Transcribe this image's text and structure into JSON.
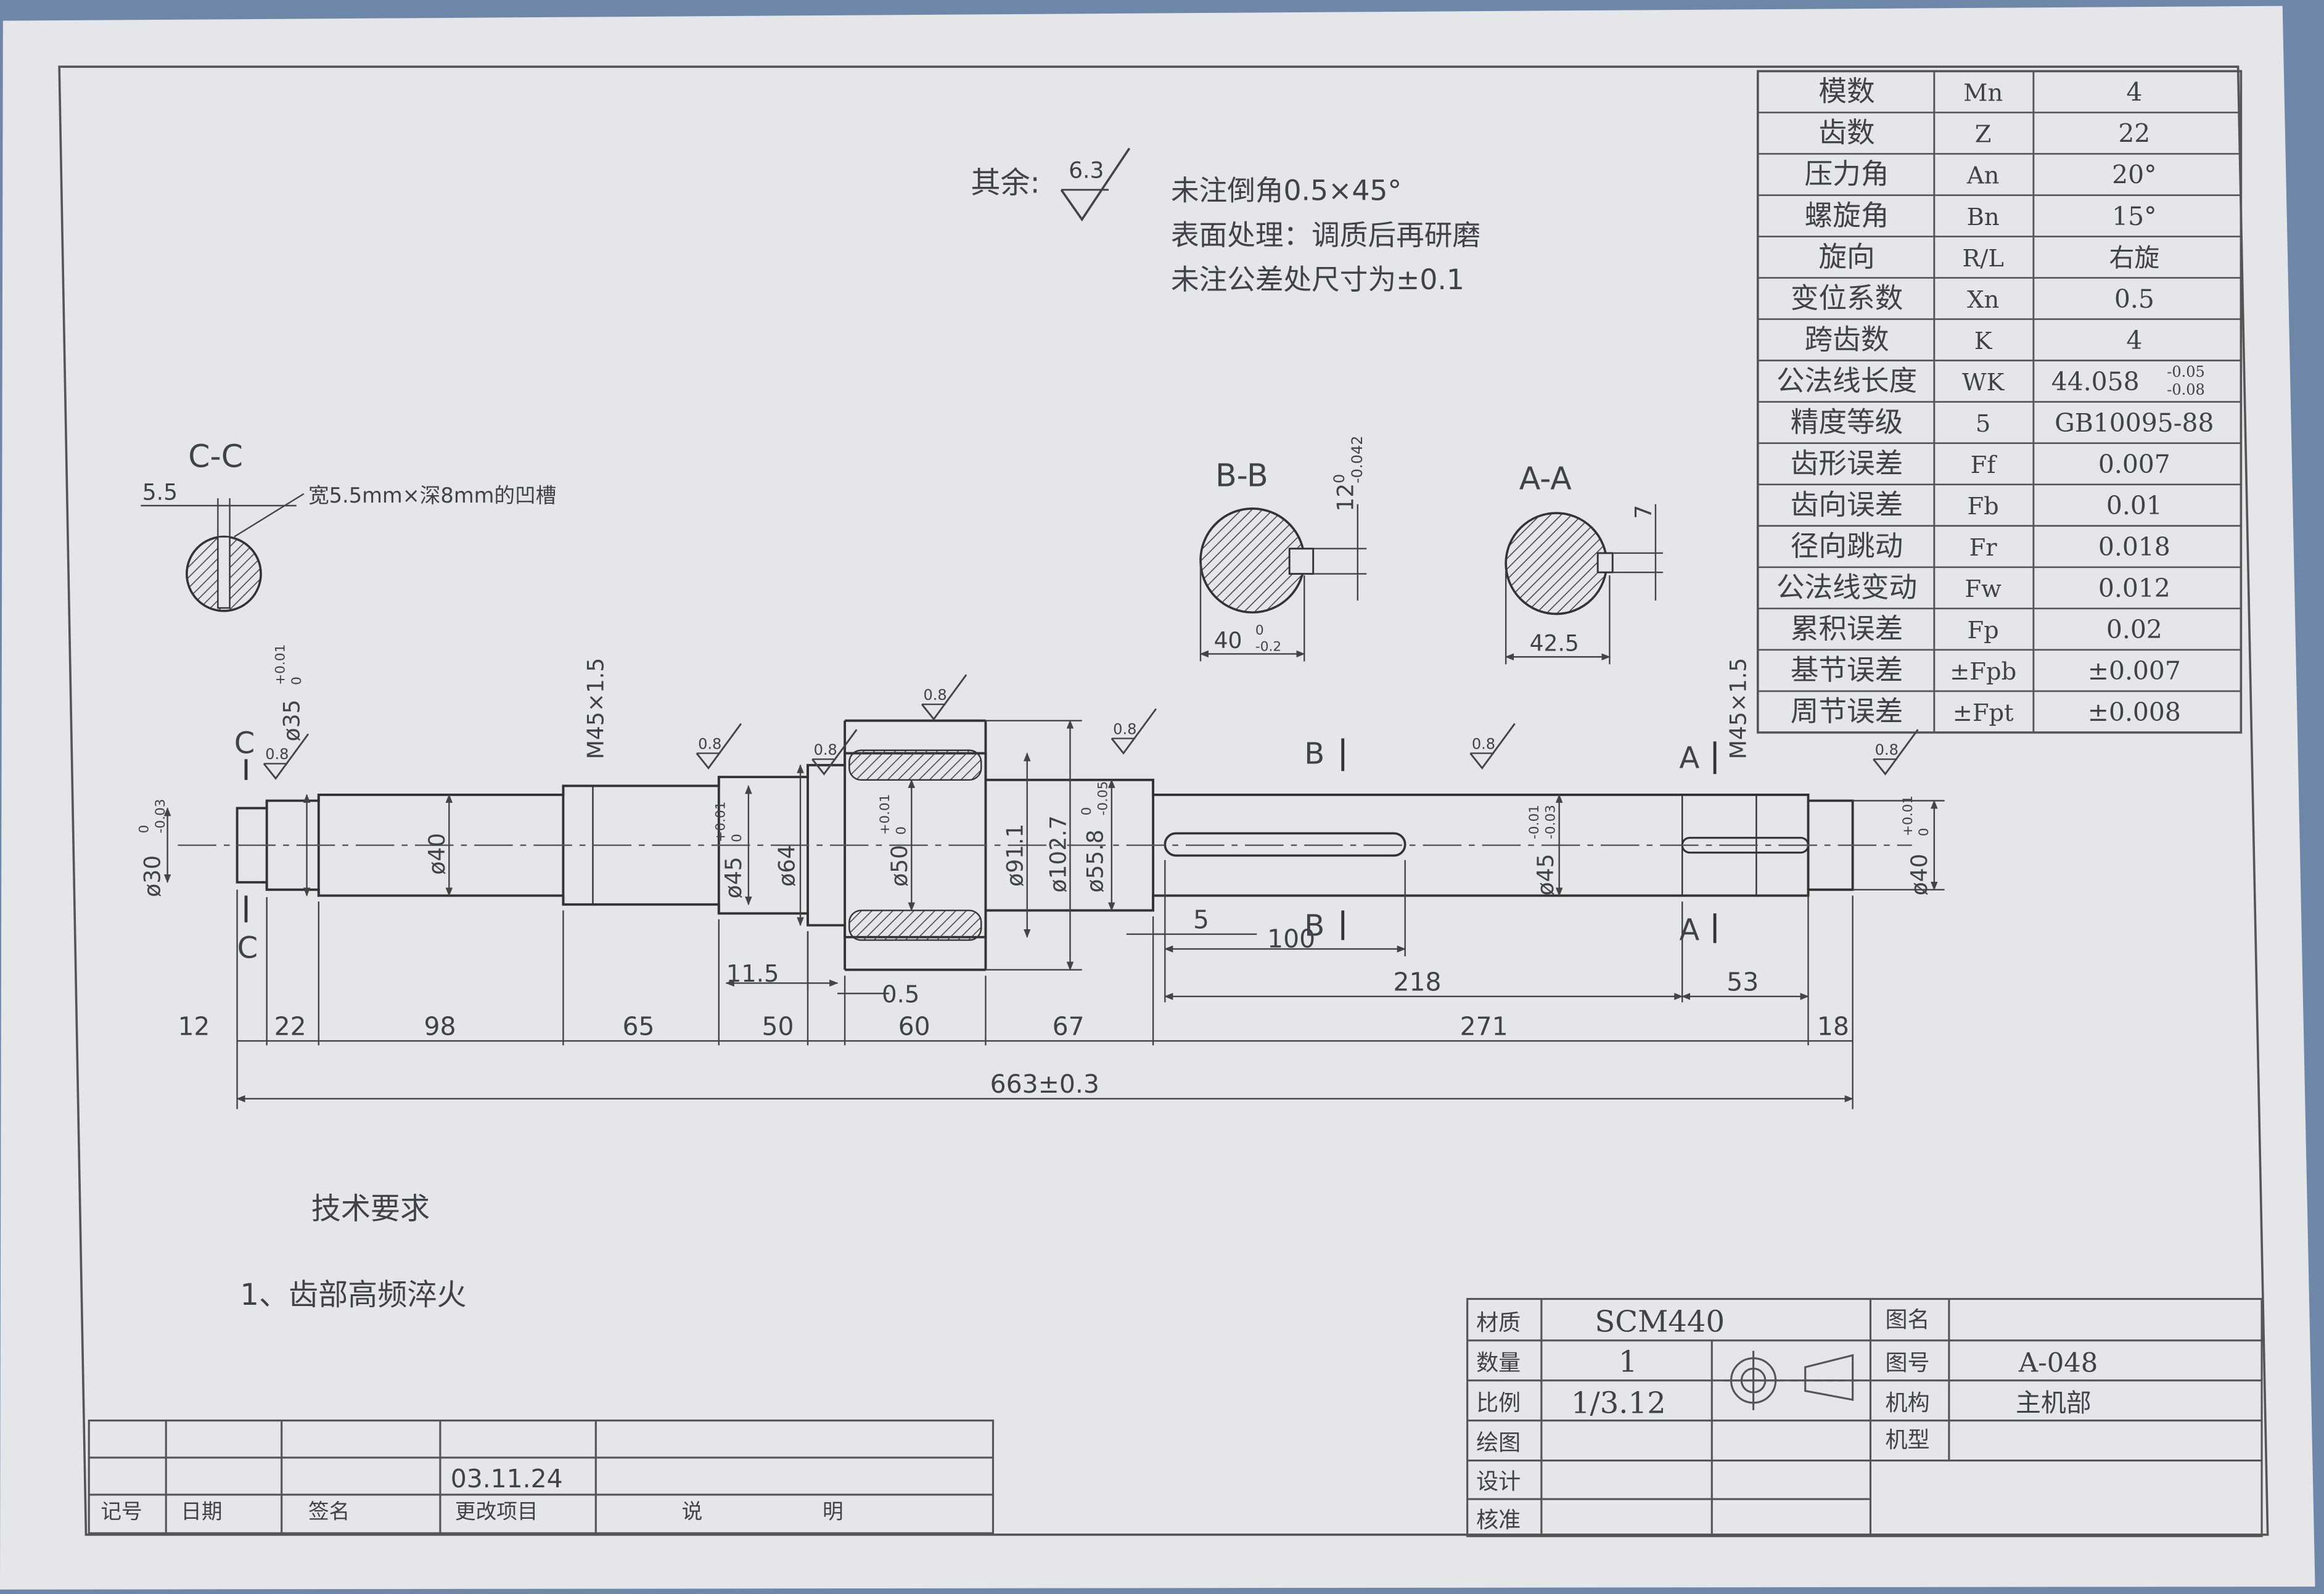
{
  "surface_note": {
    "label": "其余:",
    "roughness": "6.3"
  },
  "notes": [
    "未注倒角0.5×45°",
    "表面处理：调质后再研磨",
    "未注公差处尺寸为±0.1"
  ],
  "tech_requirements": {
    "title": "技术要求",
    "items": [
      "1、齿部高频淬火"
    ]
  },
  "gear_params": [
    {
      "name": "模数",
      "symbol": "Mn",
      "value": "4"
    },
    {
      "name": "齿数",
      "symbol": "Z",
      "value": "22"
    },
    {
      "name": "压力角",
      "symbol": "An",
      "value": "20°"
    },
    {
      "name": "螺旋角",
      "symbol": "Bn",
      "value": "15°"
    },
    {
      "name": "旋向",
      "symbol": "R/L",
      "value": "右旋"
    },
    {
      "name": "变位系数",
      "symbol": "Xn",
      "value": "0.5"
    },
    {
      "name": "跨齿数",
      "symbol": "K",
      "value": "4"
    },
    {
      "name": "公法线长度",
      "symbol": "WK",
      "value": "44.058",
      "tol_upper": "-0.05",
      "tol_lower": "-0.08"
    },
    {
      "name": "精度等级",
      "symbol": "5",
      "value": "GB10095-88"
    },
    {
      "name": "齿形误差",
      "symbol": "Ff",
      "value": "0.007"
    },
    {
      "name": "齿向误差",
      "symbol": "Fb",
      "value": "0.01"
    },
    {
      "name": "径向跳动",
      "symbol": "Fr",
      "value": "0.018"
    },
    {
      "name": "公法线变动",
      "symbol": "Fw",
      "value": "0.012"
    },
    {
      "name": "累积误差",
      "symbol": "Fp",
      "value": "0.02"
    },
    {
      "name": "基节误差",
      "symbol": "±Fpb",
      "value": "±0.007"
    },
    {
      "name": "周节误差",
      "symbol": "±Fpt",
      "value": "±0.008"
    }
  ],
  "sections": {
    "cc": {
      "title": "C-C",
      "width": "5.5",
      "note": "宽5.5mm×深8mm的凹槽"
    },
    "bb": {
      "title": "B-B",
      "key_width": "12",
      "key_tol_upper": "0",
      "key_tol_lower": "-0.042",
      "depth": "40",
      "depth_tol_upper": "0",
      "depth_tol_lower": "-0.2"
    },
    "aa": {
      "title": "A-A",
      "key_width": "7",
      "depth": "42.5"
    }
  },
  "section_markers": {
    "c": "C",
    "b": "B",
    "a": "A"
  },
  "roughness_mark": "0.8",
  "diameters": {
    "d30": "ø30",
    "d30_tol_upper": "0",
    "d30_tol_lower": "-0.03",
    "d35": "ø35",
    "d35_tol_upper": "+0.01",
    "d35_tol_lower": "0",
    "d40a": "ø40",
    "m45a": "M45×1.5",
    "d45a": "ø45",
    "d45a_tol_upper": "+0.01",
    "d45a_tol_lower": "0",
    "d64": "ø64",
    "d50": "ø50",
    "d50_tol_upper": "+0.01",
    "d50_tol_lower": "0",
    "d91": "ø91.1",
    "d102": "ø102.7",
    "d55": "ø55.8",
    "d55_tol_upper": "0",
    "d55_tol_lower": "-0.05",
    "d45b": "ø45",
    "d45b_tol_upper": "-0.01",
    "d45b_tol_lower": "-0.03",
    "m45b": "M45×1.5",
    "d40b": "ø40",
    "d40b_tol_upper": "+0.01",
    "d40b_tol_lower": "0"
  },
  "lengths": {
    "l12": "12",
    "l22": "22",
    "l98": "98",
    "l65": "65",
    "l50": "50",
    "l60": "60",
    "l67": "67",
    "l271": "271",
    "l18": "18",
    "l218": "218",
    "l53": "53",
    "l5": "5",
    "l100": "100",
    "l11_5": "11.5",
    "l0_5": "0.5",
    "total": "663±0.3"
  },
  "title_block": {
    "material_label": "材质",
    "material": "SCM440",
    "qty_label": "数量",
    "qty": "1",
    "scale_label": "比例",
    "scale": "1/3.12",
    "drawn_label": "绘图",
    "design_label": "设计",
    "approve_label": "核准",
    "drawing_name_label": "图名",
    "drawing_name": "",
    "drawing_no_label": "图号",
    "drawing_no": "A-048",
    "mechanism_label": "机构",
    "mechanism": "主机部",
    "model_label": "机型",
    "model": ""
  },
  "revision_block": {
    "date_value": "03.11.24",
    "headers": [
      "记号",
      "日期",
      "签名",
      "更改项目",
      "说",
      "明"
    ]
  }
}
